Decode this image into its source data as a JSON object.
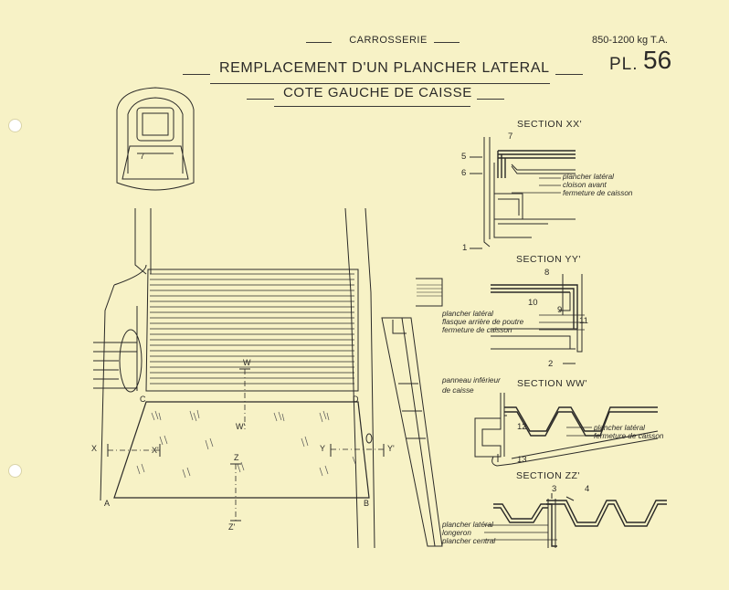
{
  "header": {
    "category": "CARROSSERIE",
    "vehicle_ref": "850-1200 kg  T.A.",
    "plate_label": "PL.",
    "plate_number": "56",
    "title": "REMPLACEMENT D'UN PLANCHER LATERAL",
    "subtitle": "COTE GAUCHE DE CAISSE"
  },
  "key_view": {
    "marker": "7"
  },
  "main_view": {
    "corners": {
      "a": "A",
      "b": "B",
      "c": "C",
      "d": "D"
    },
    "cuts": {
      "x": "X",
      "x_prime": "X'",
      "y": "Y",
      "y_prime": "Y'",
      "w": "W",
      "w_prime": "W'",
      "z": "Z",
      "z_prime": "Z'"
    }
  },
  "sections": {
    "xx": {
      "title": "SECTION XX'",
      "numbers": [
        "7",
        "5",
        "6",
        "1"
      ],
      "notes": [
        "plancher latéral",
        "cloison avant",
        "fermeture de caisson"
      ]
    },
    "yy": {
      "title": "SECTION YY'",
      "numbers": [
        "8",
        "10",
        "9",
        "11",
        "2"
      ],
      "notes": [
        "plancher latéral",
        "flasque arrière de poutre",
        "fermeture de caisson"
      ]
    },
    "ww": {
      "title": "SECTION WW'",
      "numbers": [
        "12",
        "13"
      ],
      "notes_left": [
        "panneau inférieur",
        "de caisse"
      ],
      "notes_right": [
        "plancher latéral",
        "fermeture de caisson"
      ]
    },
    "zz": {
      "title": "SECTION ZZ'",
      "numbers": [
        "3",
        "4"
      ],
      "notes": [
        "plancher latéral",
        "longeron",
        "plancher central"
      ]
    }
  }
}
